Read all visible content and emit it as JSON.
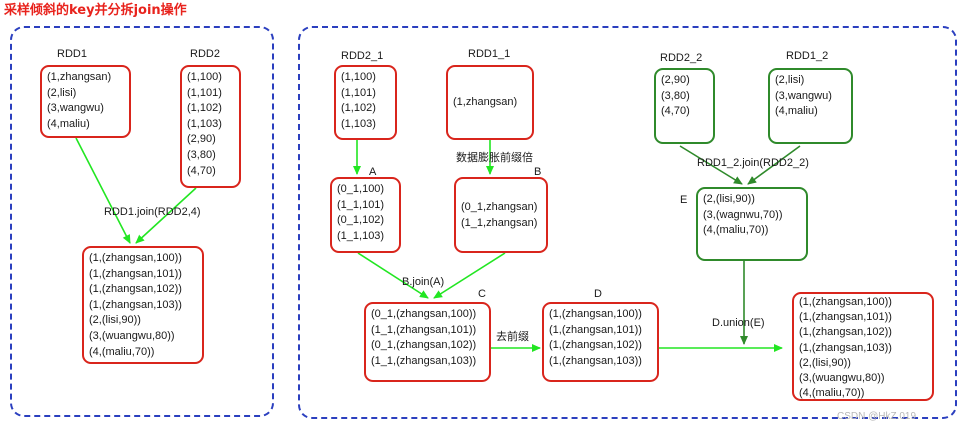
{
  "title": "采样倾斜的key并分拆join操作",
  "colors": {
    "title": "#e8231d",
    "panel_border": "#2b3fbf",
    "box_border_red": "#d9251c",
    "box_border_green": "#2f8a2b",
    "arrow_bright": "#22e622",
    "arrow_dark": "#2f8a2b"
  },
  "left": {
    "rdd1": {
      "name": "RDD1",
      "lines": [
        "(1,zhangsan)",
        "(2,lisi)",
        "(3,wangwu)",
        "(4,maliu)"
      ]
    },
    "rdd2": {
      "name": "RDD2",
      "lines": [
        "(1,100)",
        "(1,101)",
        "(1,102)",
        "(1,103)",
        "(2,90)",
        "(3,80)",
        "(4,70)"
      ]
    },
    "op": "RDD1.join(RDD2,4)",
    "result": {
      "lines": [
        "(1,(zhangsan,100))",
        "(1,(zhangsan,101))",
        "(1,(zhangsan,102))",
        "(1,(zhangsan,103))",
        "(2,(lisi,90))",
        "(3,(wuangwu,80))",
        "(4,(maliu,70))"
      ]
    }
  },
  "right": {
    "rdd2_1": {
      "name": "RDD2_1",
      "lines": [
        "(1,100)",
        "(1,101)",
        "(1,102)",
        "(1,103)"
      ]
    },
    "rdd1_1": {
      "name": "RDD1_1",
      "lines": [
        "(1,zhangsan)"
      ]
    },
    "expand_label": "数据膨胀前缀倍",
    "a": {
      "name": "A",
      "lines": [
        "(0_1,100)",
        "(1_1,101)",
        "(0_1,102)",
        "(1_1,103)"
      ]
    },
    "b": {
      "name": "B",
      "lines": [
        "(0_1,zhangsan)",
        "(1_1,zhangsan)"
      ]
    },
    "join_label": "B.join(A)",
    "c": {
      "name": "C",
      "lines": [
        "(0_1,(zhangsan,100))",
        "(1_1,(zhangsan,101))",
        "(0_1,(zhangsan,102))",
        "(1_1,(zhangsan,103))"
      ]
    },
    "strip_label": "去前缀",
    "d": {
      "name": "D",
      "lines": [
        "(1,(zhangsan,100))",
        "(1,(zhangsan,101))",
        "(1,(zhangsan,102))",
        "(1,(zhangsan,103))"
      ]
    },
    "rdd2_2": {
      "name": "RDD2_2",
      "lines": [
        "(2,90)",
        "(3,80)",
        "(4,70)"
      ]
    },
    "rdd1_2": {
      "name": "RDD1_2",
      "lines": [
        "(2,lisi)",
        "(3,wangwu)",
        "(4,maliu)"
      ]
    },
    "join2_label": "RDD1_2.join(RDD2_2)",
    "e": {
      "name": "E",
      "lines": [
        "(2,(lisi,90))",
        "(3,(wagnwu,70))",
        "(4,(maliu,70))"
      ]
    },
    "union_label": "D.union(E)",
    "final": {
      "lines": [
        "(1,(zhangsan,100))",
        "(1,(zhangsan,101))",
        "(1,(zhangsan,102))",
        "(1,(zhangsan,103))",
        "(2,(lisi,90))",
        "(3,(wuangwu,80))",
        "(4,(maliu,70))"
      ]
    }
  },
  "watermark": "CSDN @HkZ.019"
}
